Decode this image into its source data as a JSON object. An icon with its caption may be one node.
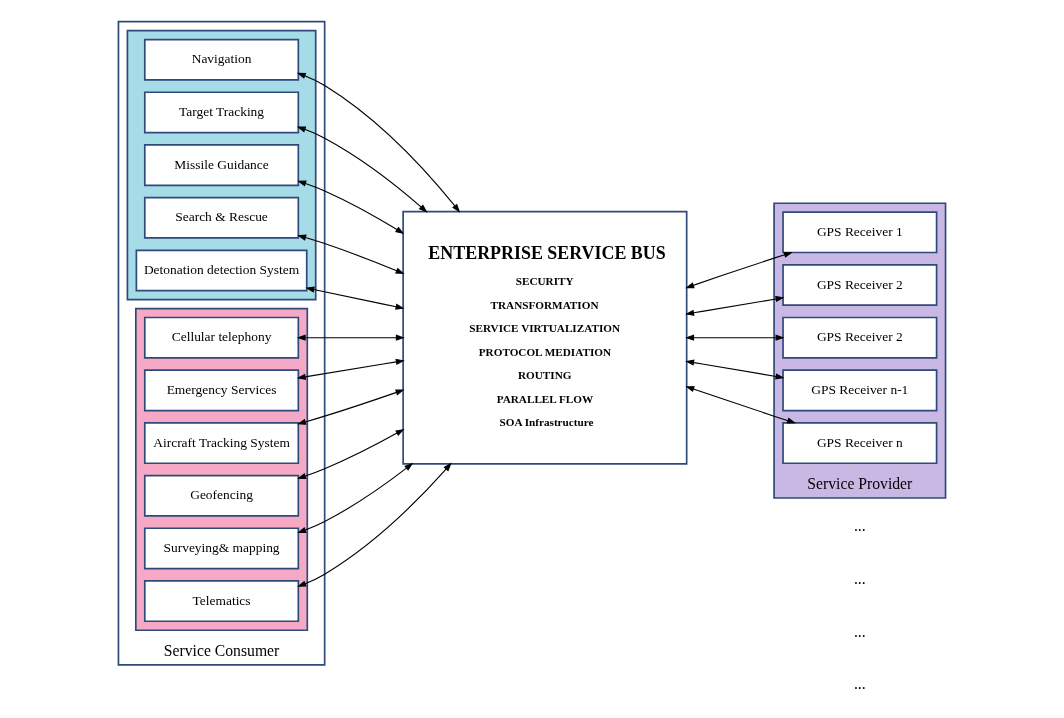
{
  "diagram": {
    "nodes": [
      {
        "text": [
          "Service Consumer"
        ]
      },
      {
        "text": [],
        "shape": "box",
        "in": 0
      },
      {
        "text": [
          "Navigation"
        ],
        "in": 1
      },
      {
        "text": [
          "Target Tracking"
        ],
        "in": 1
      },
      {
        "text": [
          "Missile Guidance"
        ],
        "in": 1
      },
      {
        "text": [
          "Search & Rescue"
        ],
        "in": 1
      },
      {
        "text": [
          "Detonation detection System"
        ],
        "in": 1
      },
      {
        "text": [],
        "shape": "box",
        "in": 0
      },
      {
        "text": [
          "Cellular telephony"
        ],
        "in": 7
      },
      {
        "text": [
          "Emergency Services"
        ],
        "in": 7
      },
      {
        "text": [
          "Aircraft Tracking System"
        ],
        "in": 7
      },
      {
        "text": [
          "Geofencing"
        ],
        "in": 7
      },
      {
        "text": [
          "Surveying& mapping"
        ],
        "in": 7
      },
      {
        "text": [
          "Telematics"
        ],
        "in": 7
      },
      {
        "text": [
          "ENTERPRISE SERVICE BUS",
          "SECURITY",
          "TRANSFORMATION",
          "SERVICE VIRTUALIZATION",
          "PROTOCOL MEDIATION",
          "ROUTING",
          "PARALLEL FLOW",
          "SOA Infrastructure"
        ]
      },
      {
        "text": [
          "Service Provider"
        ]
      },
      {
        "text": [
          "GPS Receiver 1"
        ],
        "in": 15
      },
      {
        "text": [
          "GPS Receiver 2"
        ],
        "in": 15
      },
      {
        "text": [
          "GPS Receiver 2"
        ],
        "in": 15
      },
      {
        "text": [
          "GPS Receiver n-1"
        ],
        "in": 15
      },
      {
        "text": [
          "GPS Receiver n"
        ],
        "in": 15
      }
    ],
    "edges": [
      {
        "from": 2,
        "to": 14,
        "arrow": "both"
      },
      {
        "from": 3,
        "to": 14,
        "arrow": "both"
      },
      {
        "from": 4,
        "to": 14,
        "arrow": "both"
      },
      {
        "from": 5,
        "to": 14,
        "arrow": "both"
      },
      {
        "from": 6,
        "to": 14,
        "arrow": "both"
      },
      {
        "from": 8,
        "to": 14,
        "arrow": "both"
      },
      {
        "from": 9,
        "to": 14,
        "arrow": "both"
      },
      {
        "from": 10,
        "to": 14,
        "arrow": "both"
      },
      {
        "from": 11,
        "to": 14,
        "arrow": "both"
      },
      {
        "from": 12,
        "to": 14,
        "arrow": "both"
      },
      {
        "from": 13,
        "to": 14,
        "arrow": "both"
      },
      {
        "from": 14,
        "to": 16,
        "arrow": "both"
      },
      {
        "from": 14,
        "to": 17,
        "arrow": "both"
      },
      {
        "from": 14,
        "to": 18,
        "arrow": "both"
      },
      {
        "from": 14,
        "to": 19,
        "arrow": "both"
      },
      {
        "from": 14,
        "to": 20,
        "arrow": "both"
      }
    ],
    "labels": [
      "...",
      "...",
      "...",
      "..."
    ]
  }
}
